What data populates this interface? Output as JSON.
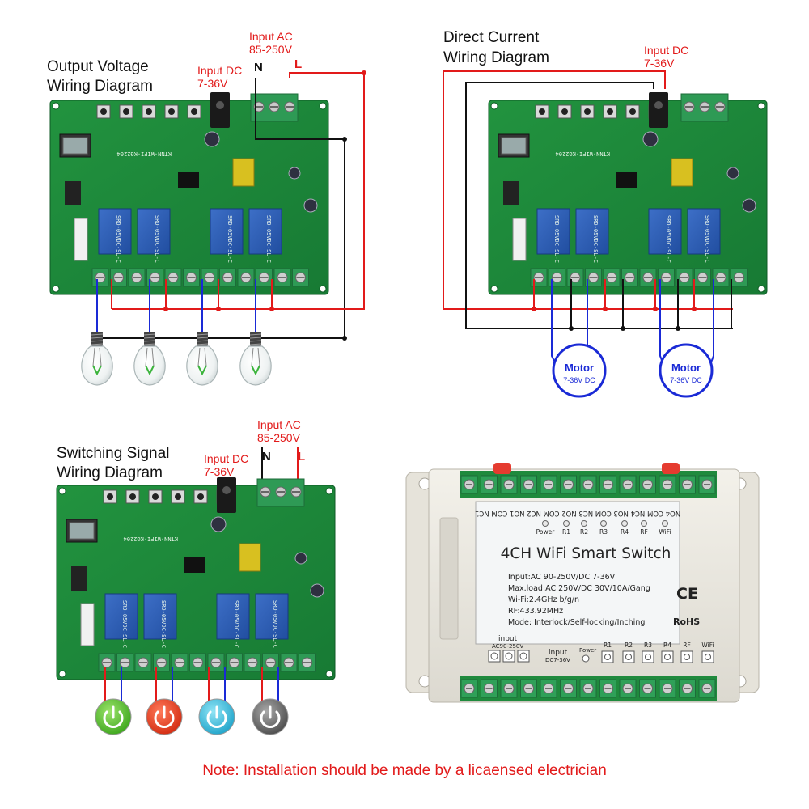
{
  "diagrams": {
    "output_voltage": {
      "title_line1": "Output Voltage",
      "title_line2": "Wiring Diagram",
      "input_ac_line1": "Input AC",
      "input_ac_line2": "85-250V",
      "input_dc_line1": "Input DC",
      "input_dc_line2": "7-36V",
      "n_label": "N",
      "l_label": "L"
    },
    "direct_current": {
      "title_line1": "Direct Current",
      "title_line2": "Wiring Diagram",
      "input_dc_line1": "Input DC",
      "input_dc_line2": "7-36V",
      "motor_label": "Motor",
      "motor_spec": "7-36V DC"
    },
    "switching_signal": {
      "title_line1": "Switching Signal",
      "title_line2": "Wiring Diagram",
      "input_ac_line1": "Input AC",
      "input_ac_line2": "85-250V",
      "input_dc_line1": "Input DC",
      "input_dc_line2": "7-36V",
      "n_label": "N",
      "l_label": "L"
    }
  },
  "board": {
    "silkscreen": "KTNN-WIFI-KG2204",
    "relay_text": "SRD-05VDC-SL-C"
  },
  "enclosure": {
    "terminal_labels": "NO4 COM NC4 NO3 COM NC3 NO2 COM NC2 NO1 COM NC1",
    "led_labels": [
      "Power",
      "R1",
      "R2",
      "R3",
      "R4",
      "RF",
      "WiFi"
    ],
    "title": "4CH WiFi Smart Switch",
    "specs": [
      "Input:AC 90-250V/DC 7-36V",
      "Max.load:AC 250V/DC 30V/10A/Gang",
      "Wi-Fi:2.4GHz b/g/n",
      "RF:433.92MHz",
      "Mode: Interlock/Self-locking/Inching"
    ],
    "ce_mark": "CE",
    "rohs_mark": "RoHS",
    "input_label": "input",
    "ac_range": "AC90-250V",
    "dc_input_label": "input",
    "dc_range": "DC7-36V",
    "bottom_power": "Power",
    "bottom_buttons": [
      "R1",
      "R2",
      "R3",
      "R4",
      "RF",
      "WiFi"
    ]
  },
  "note": "Note: Installation should be made by a licaensed electrician",
  "colors": {
    "pcb": "#1f8a3d",
    "wire_red": "#e21a1a",
    "wire_black": "#111111",
    "wire_blue": "#1a2ad6",
    "note": "#e21a1a"
  },
  "icons": [
    "bulb-icon",
    "motor-icon",
    "power-switch-icon"
  ]
}
